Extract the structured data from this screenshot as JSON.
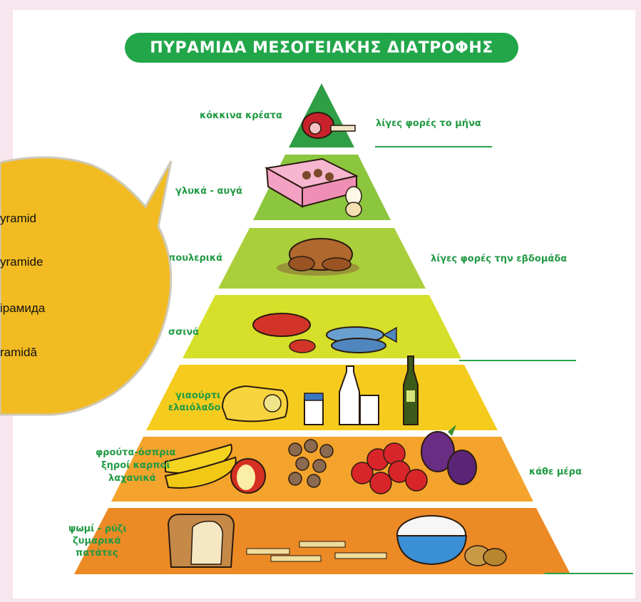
{
  "title": "ΠΥΡΑΜΙΔΑ ΜΕΣΟΓΕΙΑΚΗΣ ΔΙΑΤΡΟΦΗΣ",
  "left_labels": {
    "red_meat": "κόκκινα κρέατα",
    "sweets_eggs": "γλυκά - αυγά",
    "poultry": "πουλερικά",
    "seafood": "σσινά",
    "dairy_1": "γιαούρτι",
    "dairy_2": "ελαιόλαδο",
    "fruits_1": "φρούτα-όσπρια",
    "fruits_2": "ξηροί καρποί",
    "fruits_3": "λαχανικά",
    "grains_1": "ψωμί - ρύζι",
    "grains_2": "ζυμαρικά",
    "grains_3": "πατάτες"
  },
  "right_labels": {
    "monthly": "λίγες φορές το μήνα",
    "weekly": "λίγες φορές την εβδομάδα",
    "daily": "κάθε μέρα"
  },
  "bubble_items": [
    "yramid",
    "yramide",
    "ірамида",
    "ramidă"
  ],
  "colors": {
    "tier1": "#2f9e44",
    "tier2": "#8cc63f",
    "tier3": "#a9cf3b",
    "tier4": "#d6df2a",
    "tier5": "#f5cc1e",
    "tier6": "#f4a42c",
    "tier7": "#ec8a25",
    "title_green": "#22a64a",
    "bubble": "#f2bb21"
  }
}
